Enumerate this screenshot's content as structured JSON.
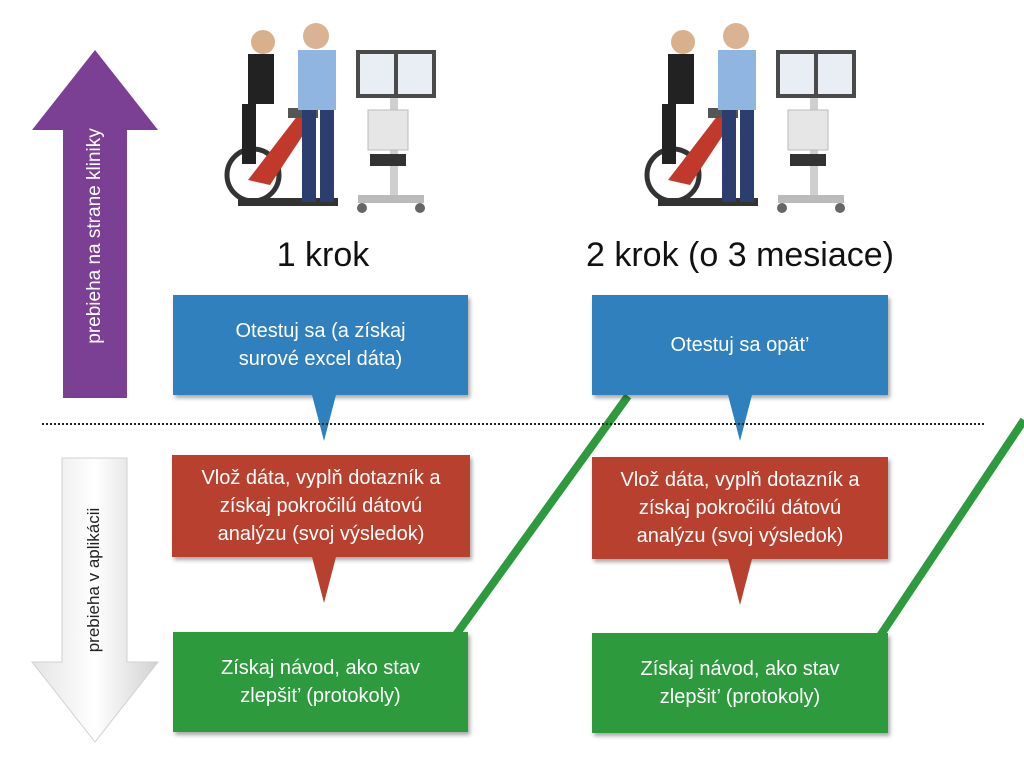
{
  "labels": {
    "clinic_side": "prebieha na strane kliniky",
    "app_side": "prebieha v aplikácii"
  },
  "steps": [
    {
      "title": "1 krok",
      "test_box": "Otestuj sa (a získaj\nsurové excel dáta)",
      "data_box": "Vlož dáta, vyplň dotazník a\nzískaj pokročilú dátovú\nanalýzu (svoj výsledok)",
      "guide_box": "Získaj návod, ako stav\nzlepšit’ (protokoly)"
    },
    {
      "title": "2 krok (o 3 mesiace)",
      "test_box": "Otestuj sa opät’",
      "data_box": "Vlož dáta, vyplň dotazník a\nzískaj pokročilú dátovú\nanalýzu (svoj výsledok)",
      "guide_box": "Získaj návod, ako stav\nzlepšit’ (protokoly)"
    }
  ],
  "colors": {
    "clinic_arrow": "#7b3f94",
    "test_box": "#2f80bd",
    "data_box": "#b8402f",
    "guide_box": "#2e9a3e",
    "connector": "#2e9a3e"
  },
  "icons": [
    "cyclist-lab-test-photo"
  ]
}
